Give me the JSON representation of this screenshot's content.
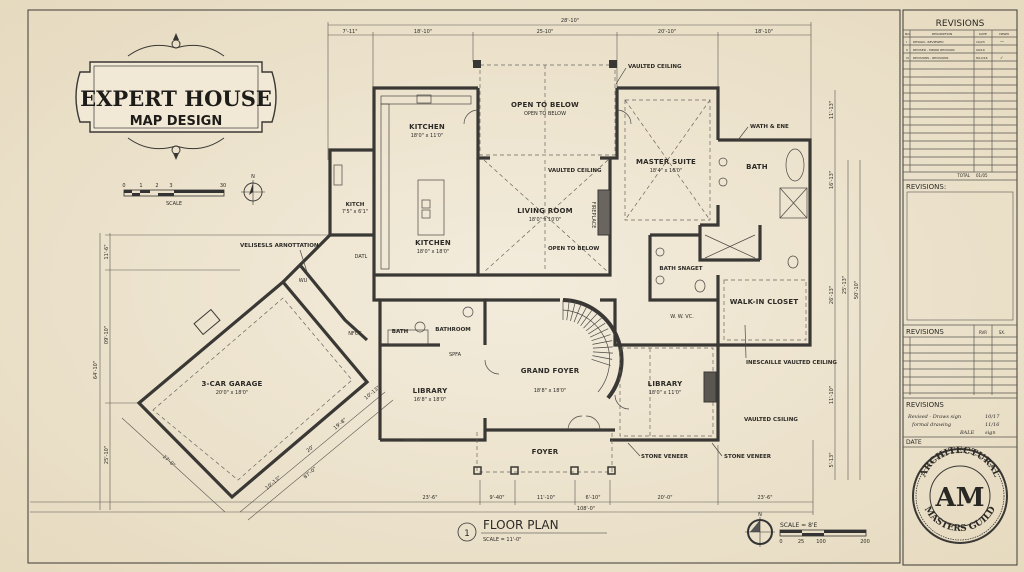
{
  "logo": {
    "line1": "EXPERT HOUSE",
    "line2": "MAP DESIGN"
  },
  "top_scale": {
    "ticks": [
      "0",
      "1",
      "2",
      "3",
      "30"
    ],
    "label": "SCALE",
    "north": "N"
  },
  "dimensions": {
    "top_overall": "28'-10\"",
    "top": [
      "7'-11\"",
      "18'-10\"",
      "25-10\"",
      "20'-10\"",
      "18'-10\""
    ],
    "bottom": [
      "23'-6\"",
      "9'-40\"",
      "11'-10\"",
      "6'-10\"",
      "20'-0\"",
      "23'-6\""
    ],
    "bottom_overall": "108'-0\"",
    "left": [
      "11'-6\"",
      "09'-10\"",
      "64'-10\"",
      "25'-10\""
    ],
    "right": [
      "11'-13\"",
      "16'-13\"",
      "26'-13\"",
      "25'-13\"",
      "50'-10\"",
      "11'-10\"",
      "5'-13\""
    ],
    "garage": [
      "27'-0\"",
      "10'-13\"",
      "87'-0\"",
      "20'",
      "19'-8\"",
      "10'-13\""
    ]
  },
  "rooms": {
    "kitchen_upper": {
      "name": "KITCHEN",
      "size": "18'0\" x 11'0\""
    },
    "kitchen_lower": {
      "name": "KITCHEN",
      "size": "18'0\" x 18'0\""
    },
    "kitch_small": {
      "name": "KITCH",
      "size": "7'5\" x 6'1\""
    },
    "open_to_below": {
      "name": "OPEN TO BELOW",
      "sub": "OPEN TO BELOW"
    },
    "living_room": {
      "name": "LIVING ROOM",
      "size": "18'0\" x 10'0\""
    },
    "master_suite": {
      "name": "MASTER SUITE",
      "size": "18'4\" x 16'0\""
    },
    "bath_master": {
      "name": "BATH"
    },
    "bath_snaget": {
      "name": "BATH SNAGET"
    },
    "wvc": {
      "name": "W. W. VC."
    },
    "walk_in_closet": {
      "name": "WALK-IN CLOSET"
    },
    "garage": {
      "name": "3-CAR GARAGE",
      "size": "20'0\" x 18'0\""
    },
    "bath_small": {
      "name": "BATH"
    },
    "bathroom": {
      "name": "BATHROOM"
    },
    "spfa": {
      "name": "SPFA"
    },
    "library_left": {
      "name": "LIBRARY",
      "size": "16'8\" x 18'0\""
    },
    "grand_foyer": {
      "name": "GRAND FOYER",
      "size": "18'8\" x 18'0\""
    },
    "library_right": {
      "name": "LIBRARY",
      "size": "18'0\" x 11'0\""
    },
    "foyer": {
      "name": "FOYER"
    },
    "nfcc": {
      "name": "NFCC"
    },
    "datl": {
      "name": "DATL"
    },
    "wu": {
      "name": "WU"
    }
  },
  "annotations": {
    "vaulted_ceiling_top": "VAULTED CEILING",
    "vaulted_ceiling_living": "VAULTED CEILING",
    "open_to_below_living": "OPEN TO BELOW",
    "fireplace": "FIREPLACE",
    "wath_ene": "WATH & ENE",
    "velisesls": "VELISESLS ARNOTTATION",
    "inescaille": "INESCAILLE VAULTED CEILING",
    "vaulted_ceiling_library": "VAULTED CSILING",
    "stone_veneer_left": "STONE VENEER",
    "stone_veneer_right": "STONE VENEER"
  },
  "plan_title": {
    "number": "1",
    "title": "FLOOR PLAN",
    "scale": "SCALE = 11'-0\""
  },
  "bottom_scale": {
    "label": "SCALE = 8'E",
    "ticks": [
      "0",
      "25",
      "100",
      "200"
    ],
    "north": "N"
  },
  "title_block": {
    "revisions_title": "REVISIONS",
    "columns": [
      "NO.",
      "DESCRIPTION",
      "DATE",
      "DRWN"
    ],
    "rows": [
      {
        "no": "I",
        "desc": "DESIGN - REVIEWED",
        "date": "10/23",
        "init": "—"
      },
      {
        "no": "II",
        "desc": "REVISED - MINOR REVISION",
        "date": "09/19",
        "init": ""
      },
      {
        "no": "III",
        "desc": "REVISIONS - REVISIONS",
        "date": "8/12/16",
        "init": "✓"
      }
    ],
    "total_label": "TOTAL",
    "total_value": "01/05",
    "notes_title": "REVISIONS:",
    "revisions2_title": "REVISIONS",
    "revisions2_cols": [
      "RVR",
      "SX."
    ],
    "revisions3_title": "REVISIONS",
    "handwritten": [
      "Revised - Draws sign",
      "formal drawing",
      "BALE"
    ],
    "handwritten_dates": [
      "10/17",
      "11/16",
      "sign"
    ],
    "date_label": "DATE",
    "seal": {
      "top": "ARCHITECTURAL",
      "bottom": "MASTERS GUILD",
      "monogram": "AM"
    }
  }
}
